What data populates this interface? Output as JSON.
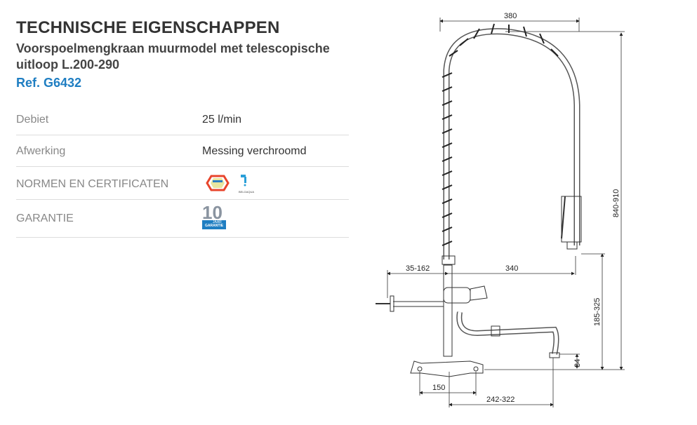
{
  "title": "TECHNISCHE EIGENSCHAPPEN",
  "subtitle": "Voorspoelmengkraan muurmodel met telescopische uitloop L.200-290",
  "ref": "Ref. G6432",
  "specs": [
    {
      "label": "Debiet",
      "value": "25 l/min"
    },
    {
      "label": "Afwerking",
      "value": "Messing verchroomd"
    },
    {
      "label": "NORMEN EN CERTIFICATEN",
      "badges": [
        "acs-certificate-icon",
        "belgaqua-icon"
      ],
      "badge_text": "BELGAQUA"
    },
    {
      "label": "GARANTIE",
      "badges": [
        "warranty-10-years-icon"
      ],
      "warranty_number": "10",
      "warranty_text": "JAAR",
      "warranty_sub": "GARANTIE"
    }
  ],
  "drawing": {
    "dims": {
      "top": "380",
      "height_total": "840-910",
      "left_reach": "35-162",
      "spout_reach": "340",
      "height_mixer": "185-325",
      "bottom_offset": "34",
      "centers": "150",
      "spout_length": "242-322"
    }
  },
  "colors": {
    "ref": "#1f7ec2",
    "warranty": "#1f7ec2"
  }
}
